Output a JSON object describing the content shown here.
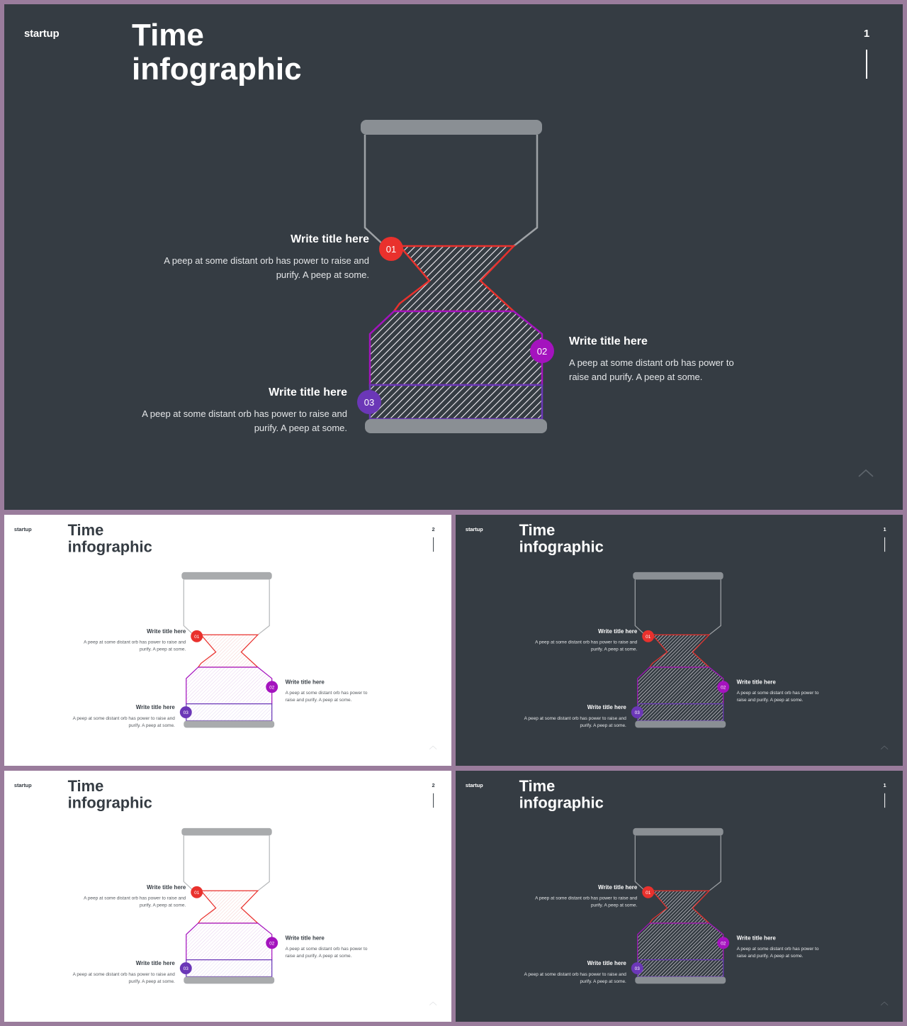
{
  "slides": [
    {
      "theme": "dark",
      "brand": "startup",
      "title_line1": "Time",
      "title_line2": "infographic",
      "page_number": "1",
      "items": [
        {
          "num": "01",
          "title": "Write title here",
          "text": "A peep at some distant orb has power to raise and purify. A peep at some.",
          "color": "#e9312d"
        },
        {
          "num": "02",
          "title": "Write title here",
          "text": "A peep at some distant orb has power to raise and purify. A peep at some.",
          "color": "#a413be"
        },
        {
          "num": "03",
          "title": "Write title here",
          "text": "A peep at some distant orb has power to raise and purify. A peep at some.",
          "color": "#6b37b7"
        }
      ]
    },
    {
      "theme": "light",
      "brand": "startup",
      "title_line1": "Time",
      "title_line2": "infographic",
      "page_number": "2",
      "items": [
        {
          "num": "01",
          "title": "Write title here",
          "text": "A peep at some distant orb has power to raise and purify. A peep at some.",
          "color": "#e9312d"
        },
        {
          "num": "02",
          "title": "Write title here",
          "text": "A peep at some distant orb has power to raise and purify. A peep at some.",
          "color": "#a413be"
        },
        {
          "num": "03",
          "title": "Write title here",
          "text": "A peep at some distant orb has power to raise and purify. A peep at some.",
          "color": "#6b37b7"
        }
      ]
    },
    {
      "theme": "dark",
      "brand": "startup",
      "title_line1": "Time",
      "title_line2": "infographic",
      "page_number": "1",
      "items": [
        {
          "num": "01",
          "title": "Write title here",
          "text": "A peep at some distant orb has power to raise and purify. A peep at some.",
          "color": "#e9312d"
        },
        {
          "num": "02",
          "title": "Write title here",
          "text": "A peep at some distant orb has power to raise and purify. A peep at some.",
          "color": "#a413be"
        },
        {
          "num": "03",
          "title": "Write title here",
          "text": "A peep at some distant orb has power to raise and purify. A peep at some.",
          "color": "#6b37b7"
        }
      ]
    },
    {
      "theme": "light",
      "brand": "startup",
      "title_line1": "Time",
      "title_line2": "infographic",
      "page_number": "2",
      "items": [
        {
          "num": "01",
          "title": "Write title here",
          "text": "A peep at some distant orb has power to raise and purify. A peep at some.",
          "color": "#e9312d"
        },
        {
          "num": "02",
          "title": "Write title here",
          "text": "A peep at some distant orb has power to raise and purify. A peep at some.",
          "color": "#a413be"
        },
        {
          "num": "03",
          "title": "Write title here",
          "text": "A peep at some distant orb has power to raise and purify. A peep at some.",
          "color": "#6b37b7"
        }
      ]
    },
    {
      "theme": "dark",
      "brand": "startup",
      "title_line1": "Time",
      "title_line2": "infographic",
      "page_number": "1",
      "items": [
        {
          "num": "01",
          "title": "Write title here",
          "text": "A peep at some distant orb has power to raise and purify. A peep at some.",
          "color": "#e9312d"
        },
        {
          "num": "02",
          "title": "Write title here",
          "text": "A peep at some distant orb has power to raise and purify. A peep at some.",
          "color": "#a413be"
        },
        {
          "num": "03",
          "title": "Write title here",
          "text": "A peep at some distant orb has power to raise and purify. A peep at some.",
          "color": "#6b37b7"
        }
      ]
    }
  ]
}
